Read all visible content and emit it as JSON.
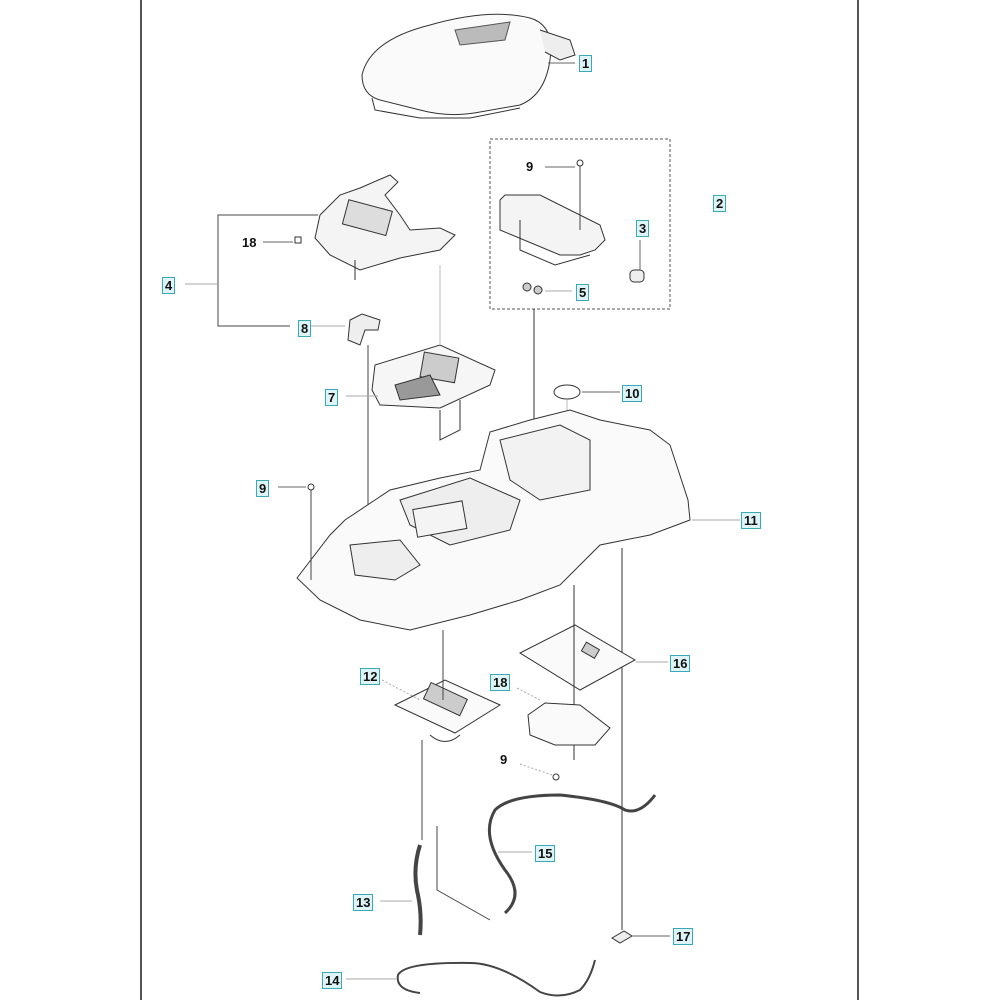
{
  "diagram": {
    "title": "Exploded parts diagram - robotic mower body/cover",
    "accent_color": "#3aa9b7",
    "label_fill": "#dff4f6",
    "callouts": [
      {
        "id": "c1",
        "text": "1",
        "boxed": true
      },
      {
        "id": "c2",
        "text": "2",
        "boxed": true
      },
      {
        "id": "c3",
        "text": "3",
        "boxed": true
      },
      {
        "id": "c4",
        "text": "4",
        "boxed": true
      },
      {
        "id": "c5",
        "text": "5",
        "boxed": true
      },
      {
        "id": "c7",
        "text": "7",
        "boxed": true
      },
      {
        "id": "c8",
        "text": "8",
        "boxed": true
      },
      {
        "id": "c9a",
        "text": "9",
        "boxed": false
      },
      {
        "id": "c9b",
        "text": "9",
        "boxed": true
      },
      {
        "id": "c9c",
        "text": "9",
        "boxed": false
      },
      {
        "id": "c10",
        "text": "10",
        "boxed": true
      },
      {
        "id": "c11",
        "text": "11",
        "boxed": true
      },
      {
        "id": "c12",
        "text": "12",
        "boxed": true
      },
      {
        "id": "c13",
        "text": "13",
        "boxed": true
      },
      {
        "id": "c14",
        "text": "14",
        "boxed": true
      },
      {
        "id": "c15",
        "text": "15",
        "boxed": true
      },
      {
        "id": "c16",
        "text": "16",
        "boxed": true
      },
      {
        "id": "c17",
        "text": "17",
        "boxed": true
      },
      {
        "id": "c18a",
        "text": "18",
        "boxed": false
      },
      {
        "id": "c18b",
        "text": "18",
        "boxed": true
      }
    ]
  }
}
